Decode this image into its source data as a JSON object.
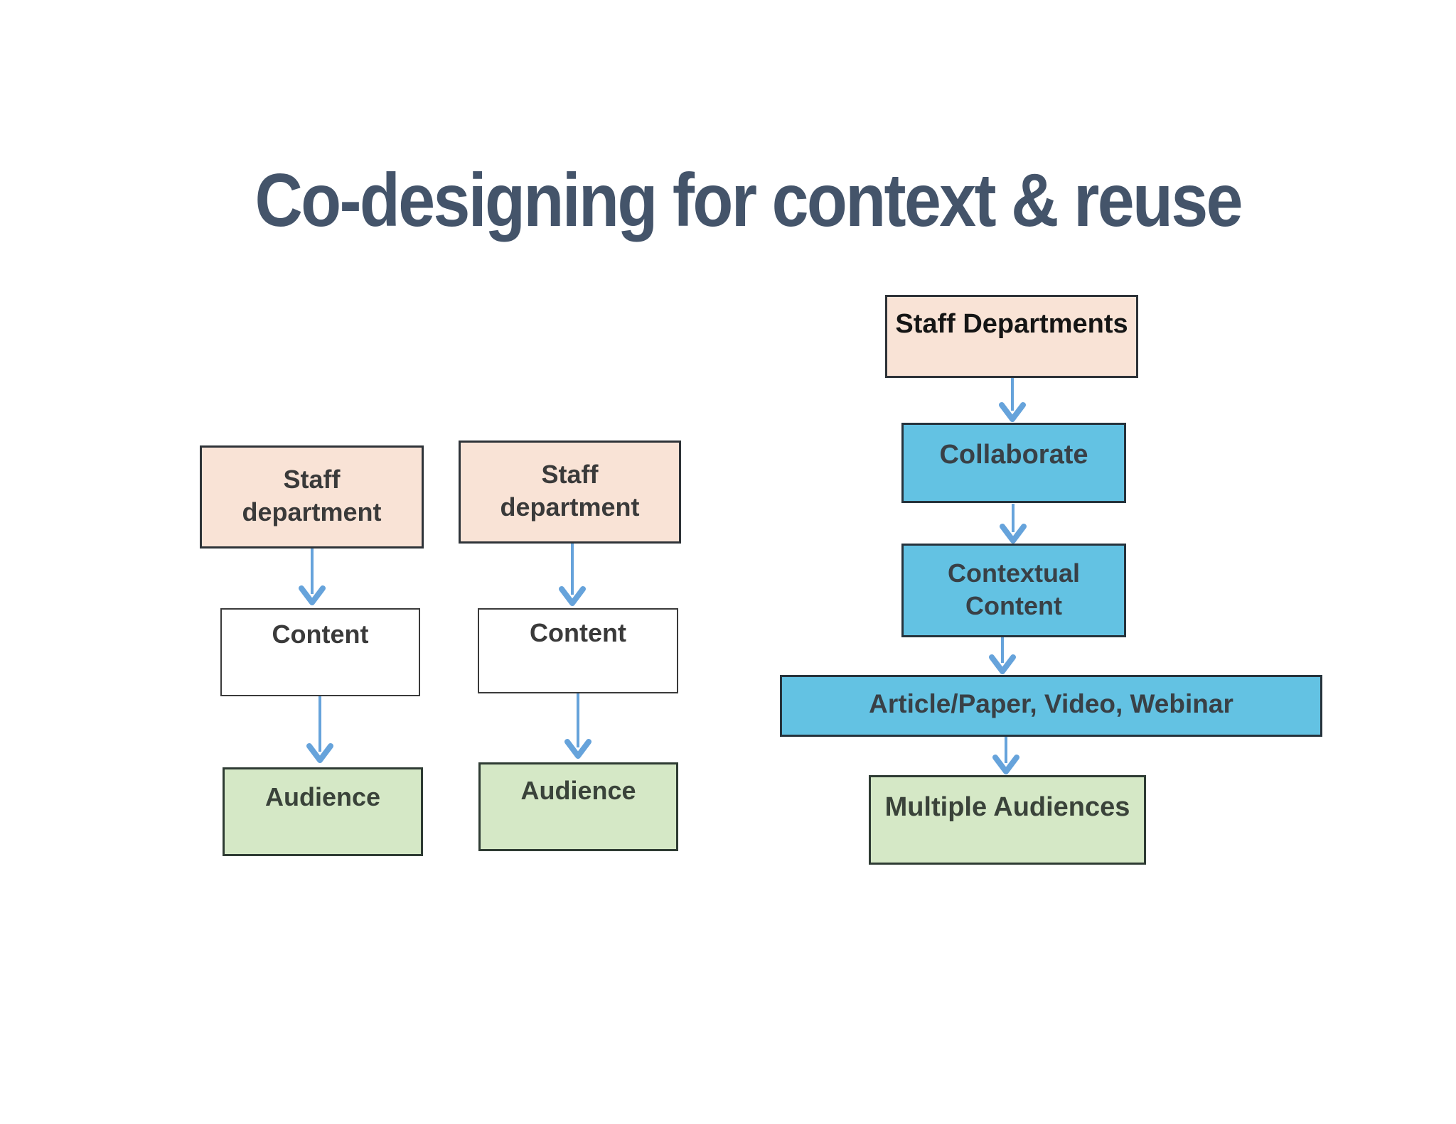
{
  "title": "Co-designing for context & reuse",
  "left_flow_1": {
    "staff_line1": "Staff",
    "staff_line2": "department",
    "content": "Content",
    "audience": "Audience"
  },
  "left_flow_2": {
    "staff_line1": "Staff",
    "staff_line2": "department",
    "content": "Content",
    "audience": "Audience"
  },
  "right_flow": {
    "staff": "Staff Departments",
    "collaborate": "Collaborate",
    "contextual_line1": "Contextual",
    "contextual_line2": "Content",
    "formats": "Article/Paper, Video, Webinar",
    "audiences": "Multiple Audiences"
  },
  "colors": {
    "title_text": "#44546A",
    "box_peach": "#F9E3D6",
    "box_blue": "#63C2E3",
    "box_green": "#D5E8C6",
    "box_white": "#FFFFFF",
    "box_border": "#2E3338",
    "box_text": "#3A3A3A",
    "arrow_blue": "#66A3DB",
    "background": "#FFFFFF"
  }
}
